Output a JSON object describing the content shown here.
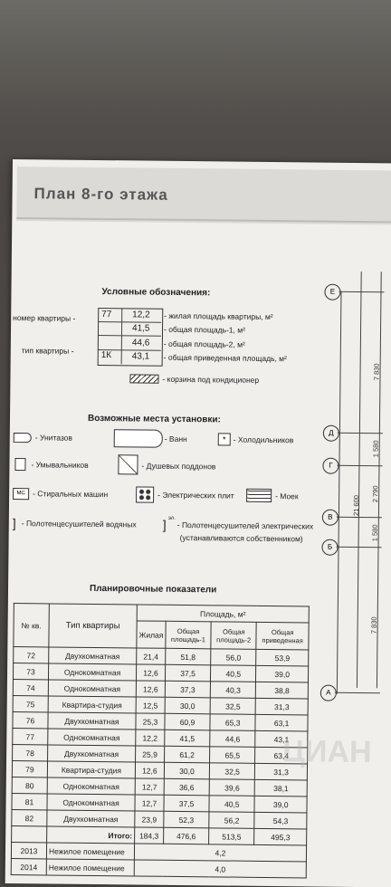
{
  "page_title": "План 8-го этажа",
  "legend": {
    "title": "Условные обозначения:",
    "apartment_number_label": "номер квартиры -",
    "apartment_type_label": "тип квартиры -",
    "apartment_number": "77",
    "apartment_type": "1К",
    "living_area": "12,2",
    "total_area_1": "41,5",
    "total_area_2": "44,6",
    "reduced_area": "43,1",
    "living_area_desc": "- жилая площадь квартиры, м²",
    "total_area_1_desc": "- общая площадь-1, м²",
    "total_area_2_desc": "- общая площадь-2, м²",
    "reduced_area_desc": "- общая приведенная площадь, м²",
    "ac_basket_desc": "- корзина под кондиционер"
  },
  "installations": {
    "title": "Возможные места установки:",
    "toilets": "- Унитазов",
    "baths": "- Ванн",
    "fridges": "- Холодильников",
    "washbasins": "- Умывальников",
    "shower_trays": "- Душевых поддонов",
    "washing_machines": "- Стиральных машин",
    "electric_stoves": "- Электрических плит",
    "sinks": "- Моек",
    "wm_label": "МС",
    "towel_water": "- Полотенцесушителей водяных",
    "towel_electric": "- Полотенцесушителей электрических",
    "towel_electric_note": "(устанавливаются собственником)",
    "towel_electric_sup": "эл."
  },
  "planning": {
    "title": "Планировочные показатели",
    "headers": {
      "num": "№ кв.",
      "type": "Тип квартиры",
      "area": "Площадь, м²",
      "living": "Жилая",
      "total1": "Общая площадь-1",
      "total2": "Общая площадь-2",
      "reduced": "Общая приведенная"
    },
    "rows": [
      {
        "num": "72",
        "type": "Двухкомнатная",
        "living": "21,4",
        "total1": "51,8",
        "total2": "56,0",
        "reduced": "53,9"
      },
      {
        "num": "73",
        "type": "Однокомнатная",
        "living": "12,6",
        "total1": "37,5",
        "total2": "40,5",
        "reduced": "39,0"
      },
      {
        "num": "74",
        "type": "Однокомнатная",
        "living": "12,6",
        "total1": "37,3",
        "total2": "40,3",
        "reduced": "38,8"
      },
      {
        "num": "75",
        "type": "Квартира-студия",
        "living": "12,5",
        "total1": "30,0",
        "total2": "32,5",
        "reduced": "31,3"
      },
      {
        "num": "76",
        "type": "Двухкомнатная",
        "living": "25,3",
        "total1": "60,9",
        "total2": "65,3",
        "reduced": "63,1"
      },
      {
        "num": "77",
        "type": "Однокомнатная",
        "living": "12,2",
        "total1": "41,5",
        "total2": "44,6",
        "reduced": "43,1"
      },
      {
        "num": "78",
        "type": "Двухкомнатная",
        "living": "25,9",
        "total1": "61,2",
        "total2": "65,5",
        "reduced": "63,4"
      },
      {
        "num": "79",
        "type": "Квартира-студия",
        "living": "12,6",
        "total1": "30,0",
        "total2": "32,5",
        "reduced": "31,3"
      },
      {
        "num": "80",
        "type": "Однокомнатная",
        "living": "12,7",
        "total1": "36,6",
        "total2": "39,6",
        "reduced": "38,1"
      },
      {
        "num": "81",
        "type": "Однокомнатная",
        "living": "12,7",
        "total1": "37,5",
        "total2": "40,5",
        "reduced": "39,0"
      },
      {
        "num": "82",
        "type": "Двухкомнатная",
        "living": "23,9",
        "total1": "52,3",
        "total2": "56,2",
        "reduced": "54,3"
      }
    ],
    "totals": {
      "label": "Итого:",
      "living": "184,3",
      "total1": "476,6",
      "total2": "513,5",
      "reduced": "495,3"
    },
    "non_residential": [
      {
        "num": "2013",
        "type": "Нежилое помещение",
        "area": "4,2"
      },
      {
        "num": "2014",
        "type": "Нежилое помещение",
        "area": "4,0"
      }
    ]
  },
  "axes": {
    "E": "Е",
    "D": "Д",
    "G": "Г",
    "V": "В",
    "B": "Б",
    "A": "А",
    "dim_total": "21 600",
    "dim_1": "7 830",
    "dim_2": "1 580",
    "dim_3": "2 790",
    "dim_4": "1 580",
    "dim_5": "7 830"
  },
  "watermark": "ЦИАН"
}
